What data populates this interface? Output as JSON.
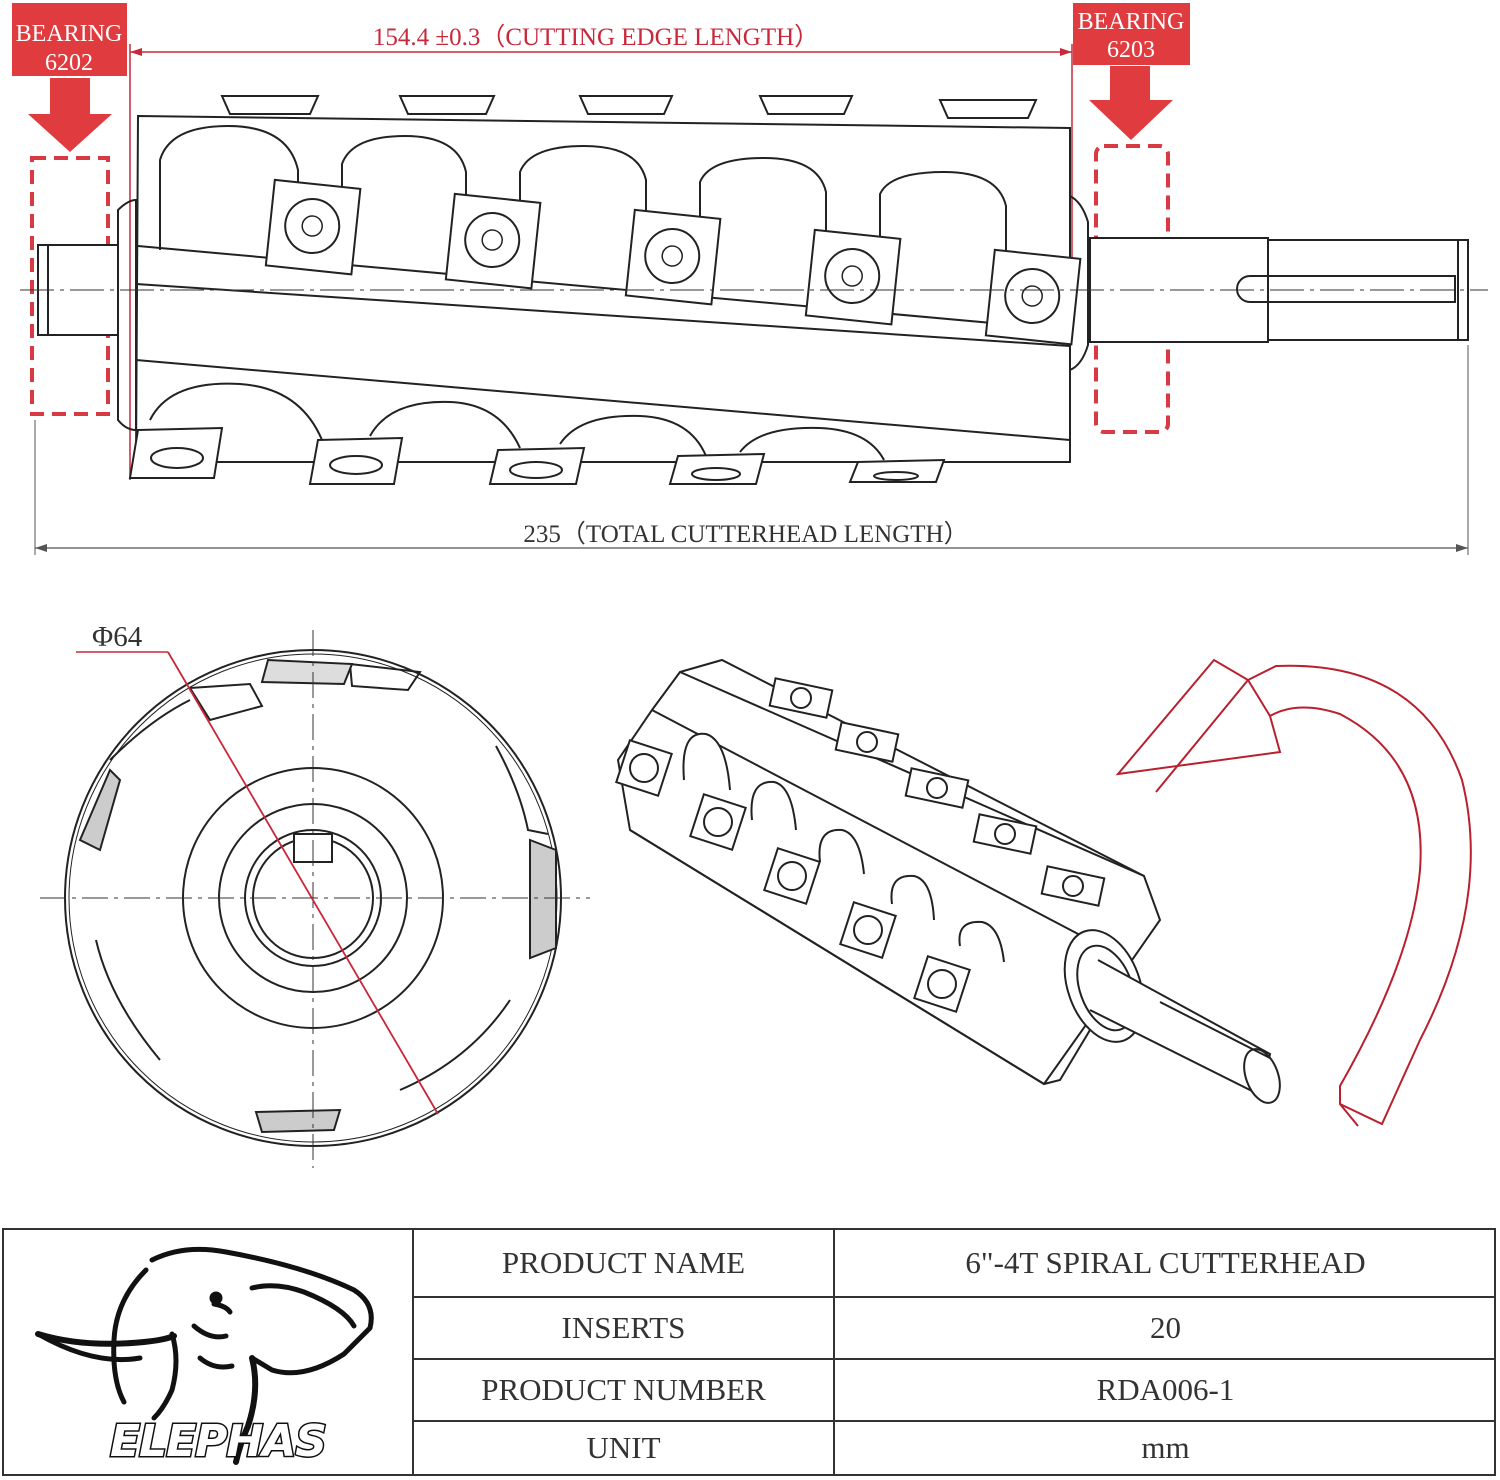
{
  "dimensions": {
    "cutting_edge": "154.4 ±0.3（CUTTING EDGE LENGTH）",
    "total_length": "235（TOTAL CUTTERHEAD LENGTH）",
    "diameter": "Φ64"
  },
  "bearings": {
    "left": {
      "title": "BEARING",
      "number": "6202"
    },
    "right": {
      "title": "BEARING",
      "number": "6203"
    }
  },
  "colors": {
    "accent_red": "#e03c40",
    "line": "#222222",
    "dim_red": "#c8283a"
  },
  "logo": {
    "brand": "ELEPHAS",
    "icon": "elephant-head-icon"
  },
  "specs": {
    "rows": [
      {
        "label": "PRODUCT NAME",
        "value": "6\"-4T SPIRAL CUTTERHEAD"
      },
      {
        "label": "INSERTS",
        "value": "20"
      },
      {
        "label": "PRODUCT NUMBER",
        "value": "RDA006-1"
      },
      {
        "label": "UNIT",
        "value": "mm"
      }
    ]
  }
}
